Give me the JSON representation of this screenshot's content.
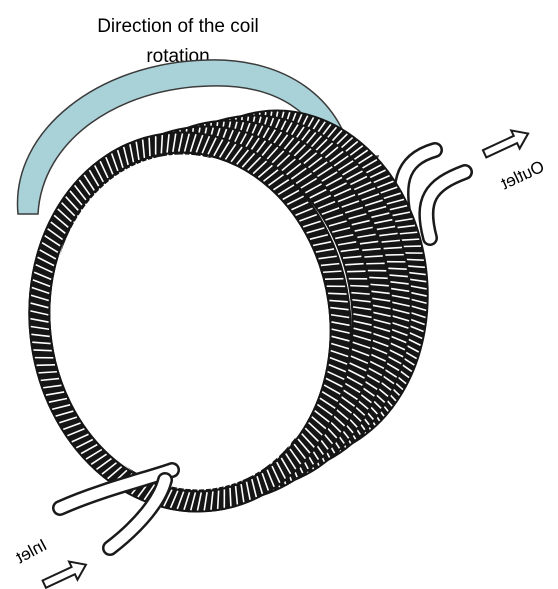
{
  "title_line1": "Direction of the coil",
  "title_line2": "rotation",
  "outlet_label": "Outlet",
  "inlet_label": "Inlet",
  "colors": {
    "rotation_arrow": "#a9d2d8",
    "coil": "#151515",
    "background": "#ffffff"
  }
}
